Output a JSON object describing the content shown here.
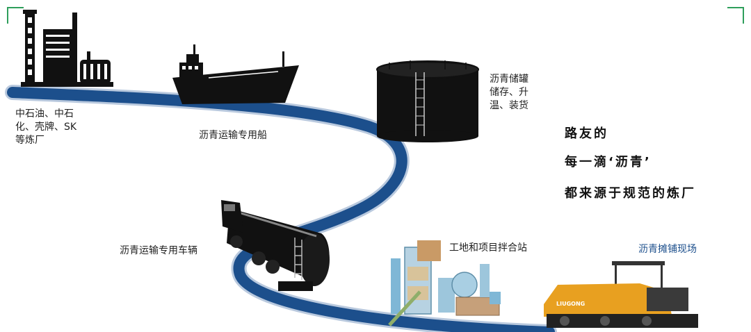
{
  "labels": {
    "refinery": "中石油、中石\n化、壳牌、SK\n等炼厂",
    "ship": "沥青运输专用船",
    "tank": "沥青储罐\n储存、升\n温、装货",
    "truck": "沥青运输专用车辆",
    "plant": "工地和项目拌合站",
    "paving": "沥青摊铺现场"
  },
  "slogan": {
    "line1": "路友的",
    "line2": "每一滴‘沥青’",
    "line3": "都来源于规范的炼厂"
  },
  "paver_brand": "LIUGONG",
  "colors": {
    "road_blue": "#1c4f8c",
    "road_light": "#b9c9de",
    "corner_green": "#2e9e5b",
    "paving_label": "#1c4f8c",
    "paver_yellow": "#e8a020"
  }
}
